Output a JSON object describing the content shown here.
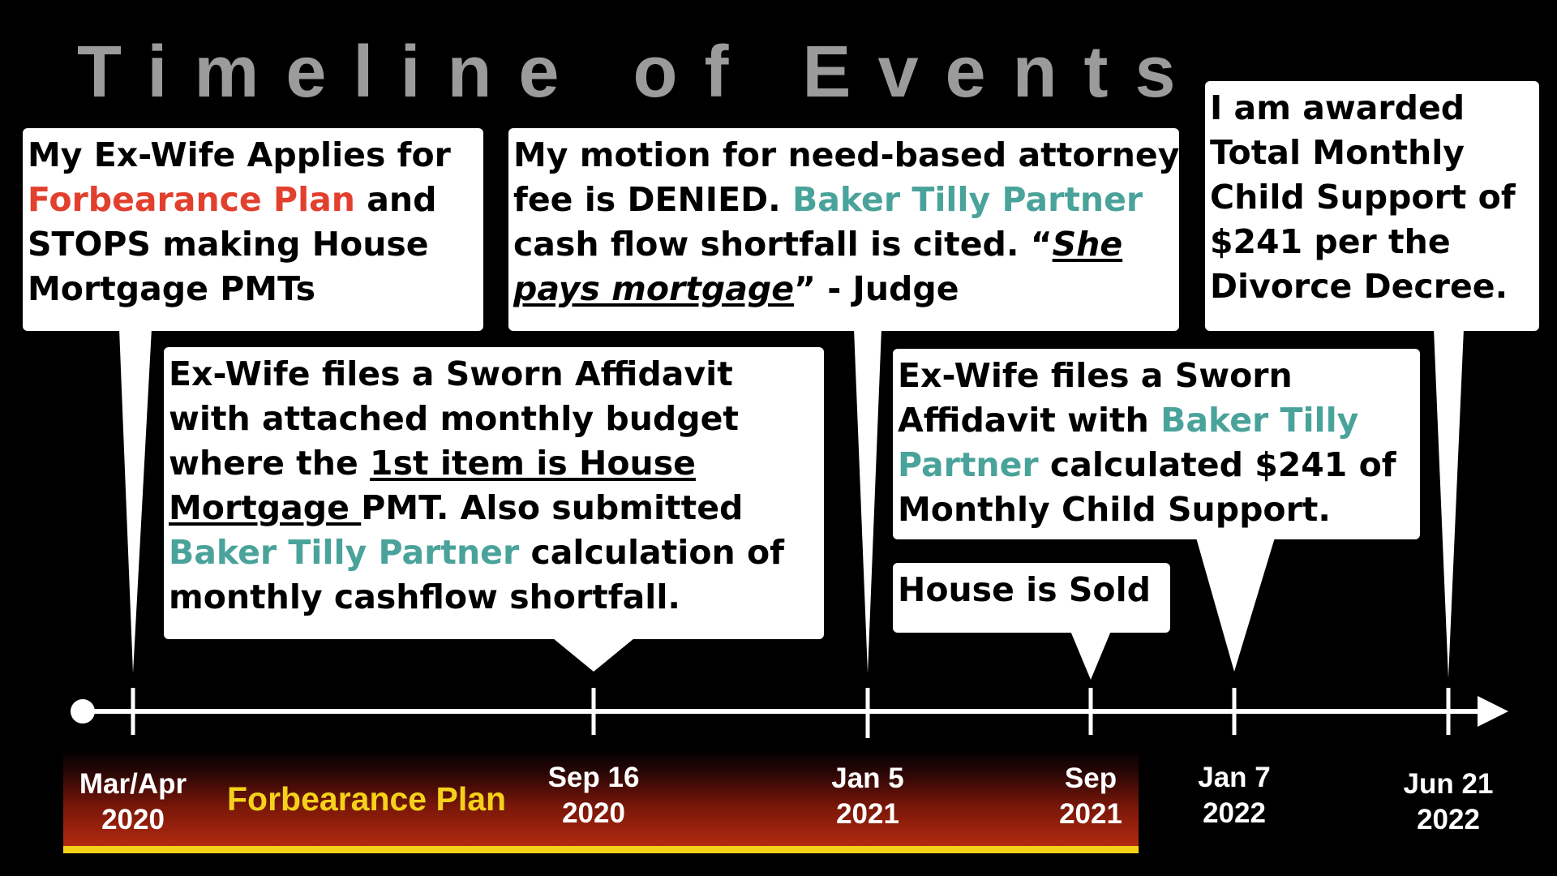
{
  "title": "Timeline of Events",
  "band_label": "Forbearance Plan",
  "colors": {
    "background": "#000000",
    "title": "#9b9b9b",
    "red_highlight": "#e2402e",
    "teal_highlight": "#4aa39a",
    "band_label": "#f5d21a",
    "band_underline": "#f5d21a"
  },
  "ticks": [
    {
      "id": "mar-apr-2020",
      "line1": "Mar/Apr",
      "line2": "2020"
    },
    {
      "id": "sep-16-2020",
      "line1": "Sep 16",
      "line2": "2020"
    },
    {
      "id": "jan-5-2021",
      "line1": "Jan 5",
      "line2": "2021"
    },
    {
      "id": "sep-2021",
      "line1": "Sep",
      "line2": "2021"
    },
    {
      "id": "jan-7-2022",
      "line1": "Jan 7",
      "line2": "2022"
    },
    {
      "id": "jun-21-2022",
      "line1": "Jun 21",
      "line2": "2022"
    }
  ],
  "events": {
    "forbearance": {
      "l1": "My Ex-Wife Applies for",
      "l2_red": "Forbearance Plan",
      "l2_rest": " and",
      "l3": "STOPS making House",
      "l4": "Mortgage PMTs"
    },
    "affidavit1": {
      "l1": "Ex-Wife files a Sworn Affidavit",
      "l2": "with attached monthly budget",
      "l3_pre": "where the ",
      "l3_u": "1st item is House",
      "l4_u": "Mortgage ",
      "l4_rest": "PMT. Also submitted",
      "l5_teal": "Baker Tilly Partner",
      "l5_rest": " calculation of",
      "l6": "monthly cashflow shortfall."
    },
    "motion": {
      "l1": "My motion for need-based attorney",
      "l2_pre": "fee is DENIED. ",
      "l2_teal": "Baker Tilly Partner",
      "l3_pre": "cash flow shortfall is cited. “",
      "l3_ui": "She",
      "l4_ui": "pays mortgage",
      "l4_rest": "” - Judge"
    },
    "affidavit2": {
      "l1": "Ex-Wife files a Sworn",
      "l2_pre": "Affidavit with ",
      "l2_teal": "Baker Tilly",
      "l3_teal": "Partner",
      "l3_rest": " calculated $241 of",
      "l4": "Monthly Child Support."
    },
    "house_sold": {
      "l1": "House is Sold"
    },
    "awarded": {
      "l1": "I am awarded",
      "l2": "Total Monthly",
      "l3": "Child Support of",
      "l4": "$241 per the",
      "l5": "Divorce Decree."
    }
  }
}
